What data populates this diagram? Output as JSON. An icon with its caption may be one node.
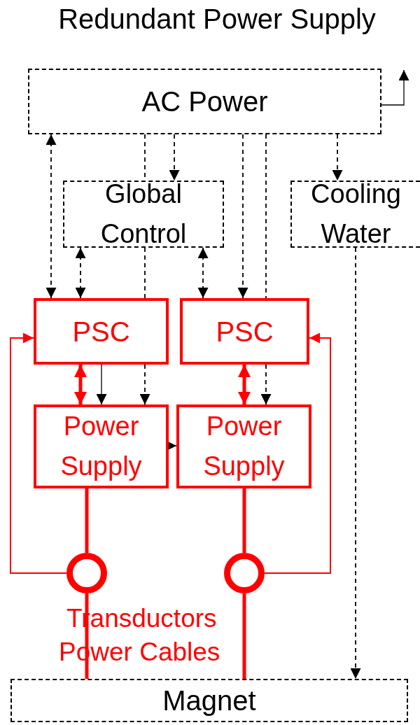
{
  "diagram": {
    "title": "Redundant Power Supply",
    "nodes": [
      {
        "text": [
          "AC Power"
        ]
      },
      {
        "text": [
          "Global Control"
        ]
      },
      {
        "text": [
          "Cooling Water"
        ]
      },
      {
        "text": [
          "PSC"
        ]
      },
      {
        "text": [
          "PSC"
        ]
      },
      {
        "text": [
          "Power Supply"
        ]
      },
      {
        "text": [
          "Power Supply"
        ]
      },
      {
        "text": [],
        "shape": "circle"
      },
      {
        "text": [],
        "shape": "circle"
      },
      {
        "text": [
          "Magnet"
        ]
      }
    ],
    "edges": [
      {
        "from": 0,
        "to": 3,
        "arrow": "both",
        "style": "dashed"
      },
      {
        "from": 0,
        "to": 1,
        "arrow": "to",
        "style": "dashed"
      },
      {
        "from": 0,
        "to": 1,
        "arrow": "none",
        "style": "dashed"
      },
      {
        "from": 0,
        "to": 2,
        "arrow": "to",
        "style": "dashed"
      },
      {
        "from": 0,
        "to": 4,
        "arrow": "to",
        "style": "dashed"
      },
      {
        "from": 0,
        "to": 4,
        "arrow": "none",
        "style": "dashed"
      },
      {
        "from": 0,
        "to": null,
        "arrow": "to"
      },
      {
        "from": 1,
        "to": 3,
        "arrow": "both",
        "style": "dashed"
      },
      {
        "from": 1,
        "to": 3,
        "arrow": "none",
        "style": "dashed"
      },
      {
        "from": 1,
        "to": 4,
        "arrow": "both",
        "style": "dashed"
      },
      {
        "from": 2,
        "to": 9,
        "arrow": "to",
        "style": "dashed"
      },
      {
        "from": 3,
        "to": 5,
        "arrow": "both",
        "style": "thick",
        "color": "#ff0000"
      },
      {
        "from": 3,
        "to": 5,
        "arrow": "to"
      },
      {
        "from": 3,
        "to": 5,
        "arrow": "to",
        "style": "dashed"
      },
      {
        "from": 4,
        "to": 6,
        "arrow": "both",
        "style": "thick",
        "color": "#ff0000"
      },
      {
        "from": 4,
        "to": 6,
        "arrow": "to",
        "style": "dashed"
      },
      {
        "from": 5,
        "to": 6,
        "arrow": "to"
      },
      {
        "from": 5,
        "to": 7,
        "arrow": "none",
        "style": "thick",
        "color": "#ff0000"
      },
      {
        "from": 7,
        "to": 9,
        "arrow": "none",
        "style": "thick",
        "color": "#ff0000"
      },
      {
        "from": 6,
        "to": 8,
        "arrow": "none",
        "style": "thick",
        "color": "#ff0000"
      },
      {
        "from": 8,
        "to": 9,
        "arrow": "none",
        "style": "thick",
        "color": "#ff0000"
      },
      {
        "from": 7,
        "to": 3,
        "arrow": "to",
        "color": "#ff0000"
      },
      {
        "from": 8,
        "to": 4,
        "arrow": "to",
        "color": "#ff0000"
      }
    ],
    "labels": [
      "Transductors",
      "Power Cables"
    ]
  }
}
